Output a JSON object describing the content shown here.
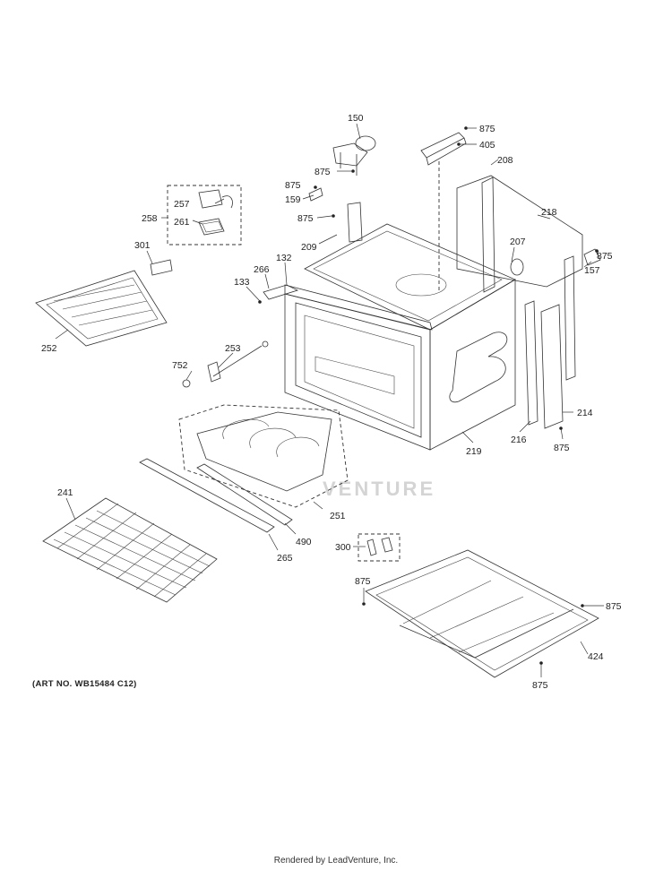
{
  "diagram": {
    "art_number": "(ART NO. WB15484 C12)",
    "footer": "Rendered by LeadVenture, Inc.",
    "watermark": "VENTURE",
    "labels": {
      "l150": "150",
      "l875a": "875",
      "l405": "405",
      "l875b": "875",
      "l208": "208",
      "l875c": "875",
      "l159": "159",
      "l257": "257",
      "l258": "258",
      "l261": "261",
      "l875d": "875",
      "l218": "218",
      "l209": "209",
      "l207": "207",
      "l875e": "875",
      "l301": "301",
      "l157": "157",
      "l266": "266",
      "l132": "132",
      "l133": "133",
      "l252": "252",
      "l253": "253",
      "l752": "752",
      "l214": "214",
      "l216": "216",
      "l875f": "875",
      "l219": "219",
      "l241": "241",
      "l251": "251",
      "l490": "490",
      "l265": "265",
      "l300": "300",
      "l875g": "875",
      "l875h": "875",
      "l424": "424",
      "l875i": "875"
    }
  }
}
